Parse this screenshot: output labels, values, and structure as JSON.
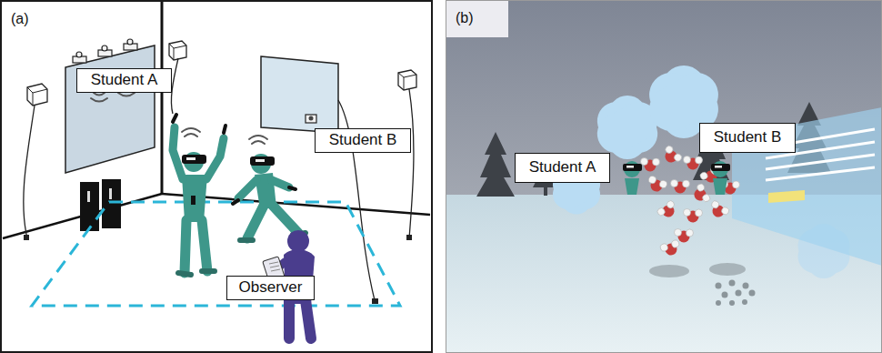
{
  "diagram": {
    "nodes": [
      {
        "text": [
          "(a)"
        ]
      },
      {
        "text": [
          "Student A"
        ],
        "in": 0
      },
      {
        "text": [
          "Student B"
        ],
        "in": 0
      },
      {
        "text": [
          "Observer"
        ],
        "in": 0
      },
      {
        "text": [
          "(b)"
        ]
      },
      {
        "text": [
          "Student A"
        ],
        "in": 4
      },
      {
        "text": [
          "Student B"
        ],
        "in": 4
      }
    ]
  }
}
